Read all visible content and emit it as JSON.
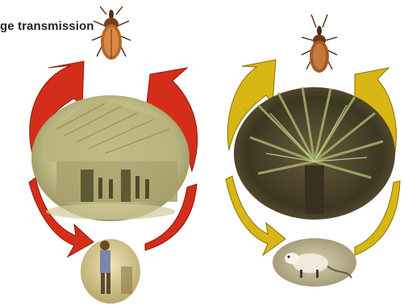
{
  "left_cycle": {
    "caption": "ge transmission",
    "arrow_color": "#d42e1a",
    "icons": [
      "triatomine-bug-icon",
      "thatched-house-photo",
      "child-photo"
    ]
  },
  "right_cycle": {
    "arrow_color": "#d8b614",
    "icons": [
      "triatomine-bug-icon",
      "palm-tree-photo",
      "opossum-photo"
    ]
  }
}
